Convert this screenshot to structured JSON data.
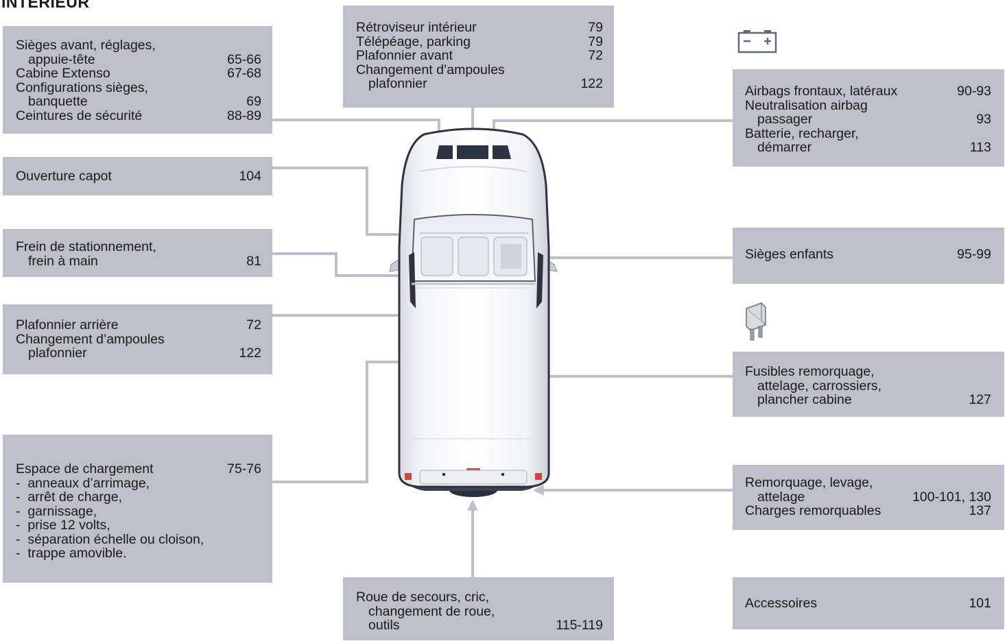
{
  "header": {
    "title": "INTÉRIEUR"
  },
  "boxes": {
    "seats": {
      "rows": [
        {
          "label": "Sièges avant, réglages,",
          "page": ""
        },
        {
          "label": "appuie-tête",
          "page": "65-66"
        },
        {
          "label": "Cabine Extenso",
          "page": "67-68"
        },
        {
          "label": "Configurations sièges,",
          "page": ""
        },
        {
          "label": "banquette",
          "page": "69"
        },
        {
          "label": "Ceintures de sécurité",
          "page": "88-89"
        }
      ]
    },
    "hood": {
      "rows": [
        {
          "label": "Ouverture capot",
          "page": "104"
        }
      ]
    },
    "parking_brake": {
      "rows": [
        {
          "label": "Frein de stationnement,",
          "page": ""
        },
        {
          "label": "frein à main",
          "page": "81"
        }
      ]
    },
    "rear_light": {
      "rows": [
        {
          "label": "Plafonnier arrière",
          "page": "72"
        },
        {
          "label": "Changement d’ampoules",
          "page": ""
        },
        {
          "label": "plafonnier",
          "page": "122"
        }
      ]
    },
    "cargo": {
      "rows": [
        {
          "label": "Espace de chargement",
          "page": "75-76"
        },
        {
          "label": "-  anneaux d’arrimage,",
          "page": ""
        },
        {
          "label": "-  arrêt de charge,",
          "page": ""
        },
        {
          "label": "-  garnissage,",
          "page": ""
        },
        {
          "label": "-  prise 12 volts,",
          "page": ""
        },
        {
          "label": "-  séparation échelle ou cloison,",
          "page": ""
        },
        {
          "label": "-  trappe amovible.",
          "page": ""
        }
      ]
    },
    "mirror": {
      "rows": [
        {
          "label": "Rétroviseur intérieur",
          "page": "79"
        },
        {
          "label": "Télépéage, parking",
          "page": "79"
        },
        {
          "label": "Plafonnier avant",
          "page": "72"
        },
        {
          "label": "Changement d’ampoules",
          "page": ""
        },
        {
          "label": "plafonnier",
          "page": "122"
        }
      ]
    },
    "spare": {
      "rows": [
        {
          "label": "Roue de secours, cric,",
          "page": ""
        },
        {
          "label": "changement de roue,",
          "page": ""
        },
        {
          "label": "outils",
          "page": "115-119"
        }
      ]
    },
    "airbags": {
      "rows": [
        {
          "label": "Airbags frontaux, latéraux",
          "page": "90-93"
        },
        {
          "label": "Neutralisation airbag",
          "page": ""
        },
        {
          "label": "passager",
          "page": "93"
        },
        {
          "label": "Batterie, recharger,",
          "page": ""
        },
        {
          "label": "démarrer",
          "page": "113"
        }
      ]
    },
    "child_seats": {
      "rows": [
        {
          "label": "Sièges enfants",
          "page": "95-99"
        }
      ]
    },
    "fuses": {
      "rows": [
        {
          "label": "Fusibles remorquage,",
          "page": ""
        },
        {
          "label": "attelage, carrossiers,",
          "page": ""
        },
        {
          "label": "plancher cabine",
          "page": "127"
        }
      ]
    },
    "towing": {
      "rows": [
        {
          "label": "Remorquage, levage,",
          "page": ""
        },
        {
          "label": "attelage",
          "page": "100-101, 130"
        },
        {
          "label": "Charges remorquables",
          "page": "137"
        }
      ]
    },
    "accessories": {
      "rows": [
        {
          "label": "Accessoires",
          "page": "101"
        }
      ]
    }
  },
  "icons": {
    "battery": "battery-icon",
    "fuse": "fuse-icon"
  },
  "colors": {
    "box_bg": "#bfbfc9",
    "connector": "#bfbfc9",
    "text": "#1a1a1a"
  }
}
